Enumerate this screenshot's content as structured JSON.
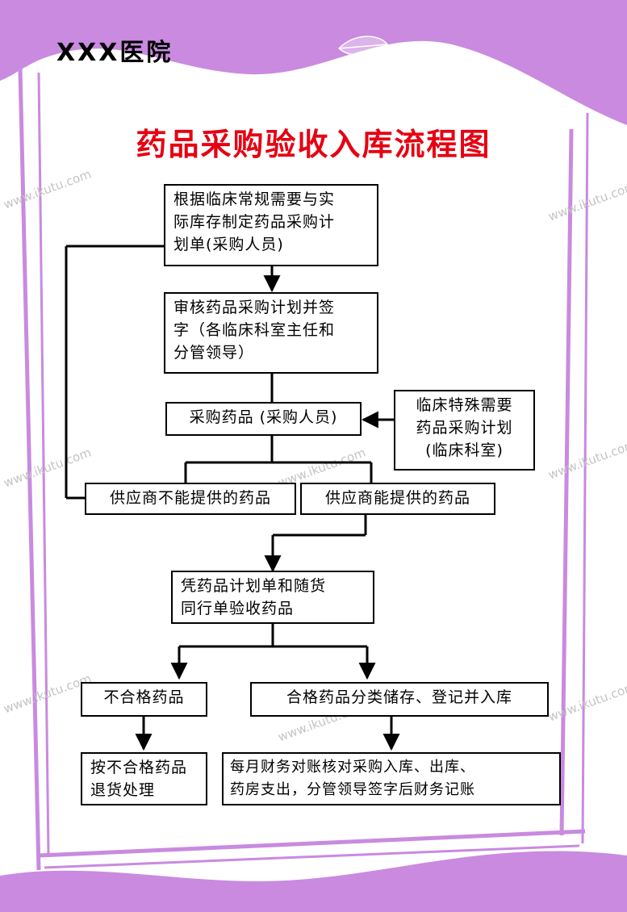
{
  "header": {
    "hospital_name": "XXX医院"
  },
  "title": "药品采购验收入库流程图",
  "watermark": "www.ikutu.com",
  "colors": {
    "accent": "#c98ae0",
    "title": "#e60012",
    "line": "#000000",
    "background": "#ffffff"
  },
  "steps": {
    "plan": [
      "根据临床常规需要与实",
      "际库存制定药品采购计",
      "划单(采购人员)"
    ],
    "review": [
      "审核药品采购计划并签",
      "字（各临床科室主任和",
      "分管领导）"
    ],
    "purchase": [
      "采购药品 (采购人员)"
    ],
    "special": [
      "临床特殊需要",
      "药品采购计划",
      "(临床科室)"
    ],
    "cannot_supply": [
      "供应商不能提供的药品"
    ],
    "can_supply": [
      "供应商能提供的药品"
    ],
    "inspect": [
      "凭药品计划单和随货",
      "同行单验收药品"
    ],
    "unqualified": [
      "不合格药品"
    ],
    "qualified": [
      "合格药品分类储存、登记并入库"
    ],
    "return": [
      "按不合格药品",
      "退货处理"
    ],
    "reconcile": [
      "每月财务对账核对采购入库、出库、",
      "药房支出，分管领导签字后财务记账"
    ]
  }
}
